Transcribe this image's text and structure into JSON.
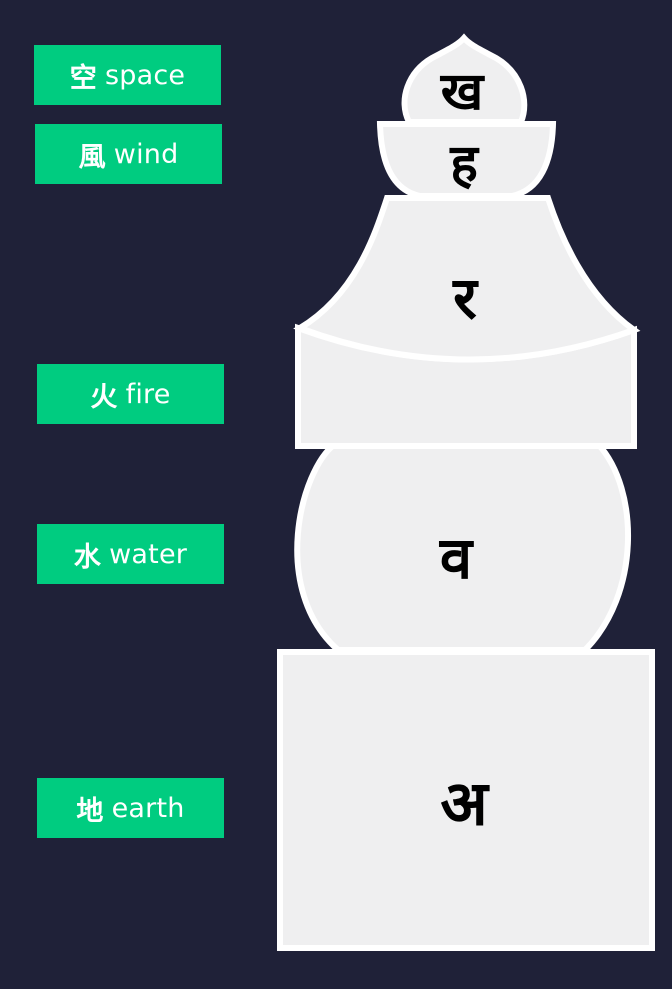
{
  "elements": [
    {
      "kanji": "空",
      "english": "space",
      "glyph": "ख"
    },
    {
      "kanji": "風",
      "english": "wind",
      "glyph": "ह"
    },
    {
      "kanji": "火",
      "english": "fire",
      "glyph": "र"
    },
    {
      "kanji": "水",
      "english": "water",
      "glyph": "व"
    },
    {
      "kanji": "地",
      "english": "earth",
      "glyph": "अ"
    }
  ],
  "colors": {
    "background": "#1f2138",
    "label": "#00cc80",
    "tier_fill": "#efeff0",
    "tier_stroke": "#ffffff",
    "glyph": "#000000"
  }
}
